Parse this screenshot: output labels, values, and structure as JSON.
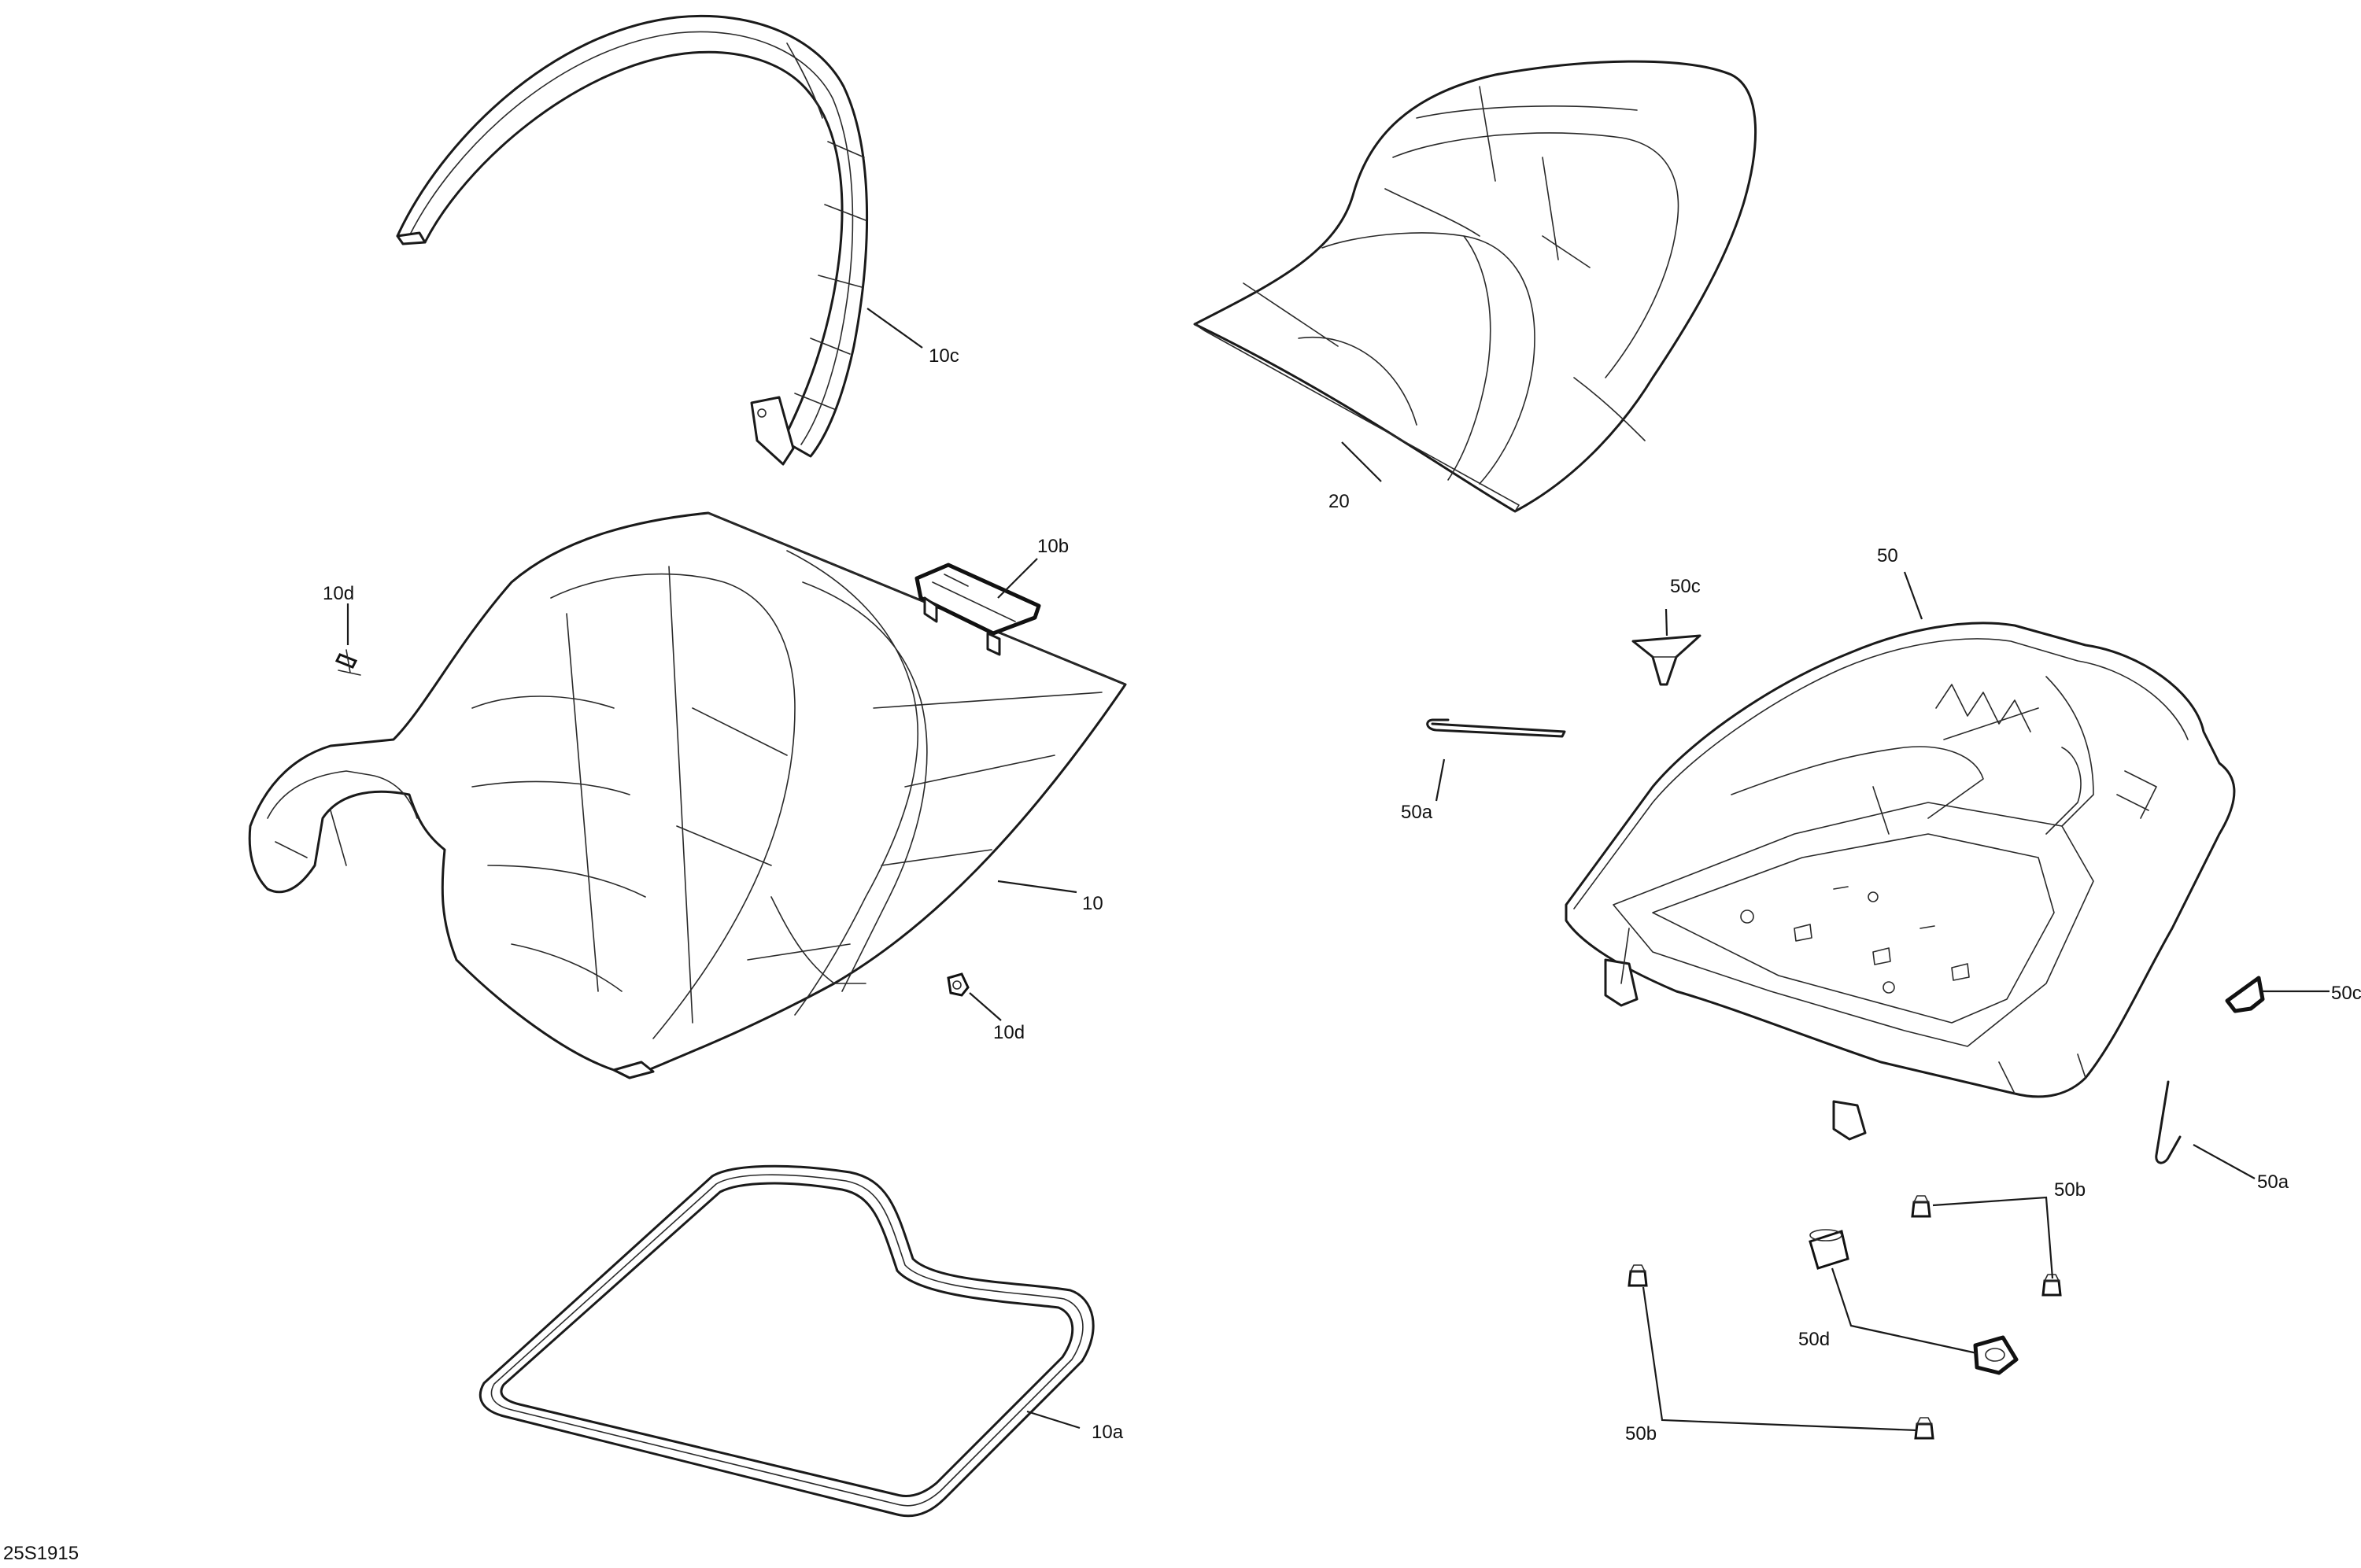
{
  "diagram_code": "25S1915",
  "callouts": {
    "c10c": "10c",
    "c20": "20",
    "c10b": "10b",
    "c10d_top": "10d",
    "c10": "10",
    "c10d_bottom": "10d",
    "c10a": "10a",
    "c50": "50",
    "c50c_top": "50c",
    "c50a_left": "50a",
    "c50c_right": "50c",
    "c50a_right": "50a",
    "c50b_top": "50b",
    "c50d": "50d",
    "c50b_bottom": "50b"
  }
}
